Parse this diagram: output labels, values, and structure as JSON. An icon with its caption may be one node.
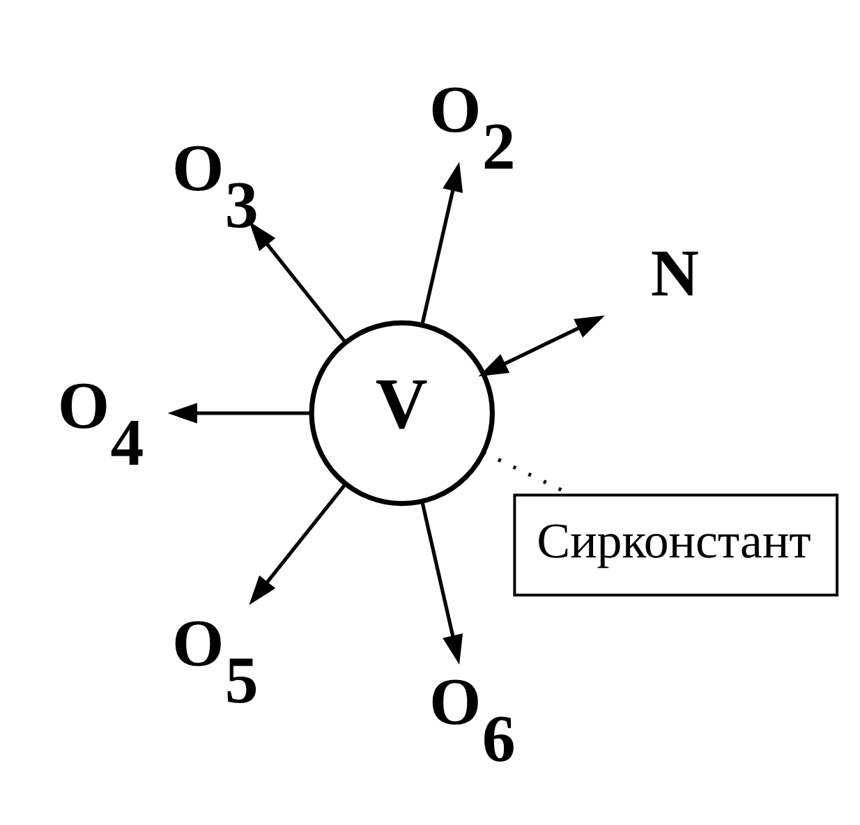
{
  "diagram": {
    "nodes": [
      {
        "text": [
          "V"
        ]
      },
      {
        "text": [
          "N"
        ]
      },
      {
        "text": [
          "O$_{2}$"
        ]
      },
      {
        "text": [
          "O$_{3}$"
        ]
      },
      {
        "text": [
          "O$_{4}$"
        ]
      },
      {
        "text": [
          "O$_{5}$"
        ]
      },
      {
        "text": [
          "O$_{6}$"
        ]
      },
      {
        "text": [
          "Сирконстант"
        ]
      }
    ],
    "edges": [
      {
        "from": 0,
        "to": 1,
        "arrow": "both"
      },
      {
        "from": 0,
        "to": 2,
        "arrow": "to"
      },
      {
        "from": 0,
        "to": 3,
        "arrow": "to"
      },
      {
        "from": 0,
        "to": 4,
        "arrow": "to"
      },
      {
        "from": 0,
        "to": 5,
        "arrow": "to"
      },
      {
        "from": 0,
        "to": 6,
        "arrow": "to"
      },
      {
        "from": 0,
        "to": 7,
        "arrow": "none",
        "style": "dashed"
      }
    ]
  }
}
